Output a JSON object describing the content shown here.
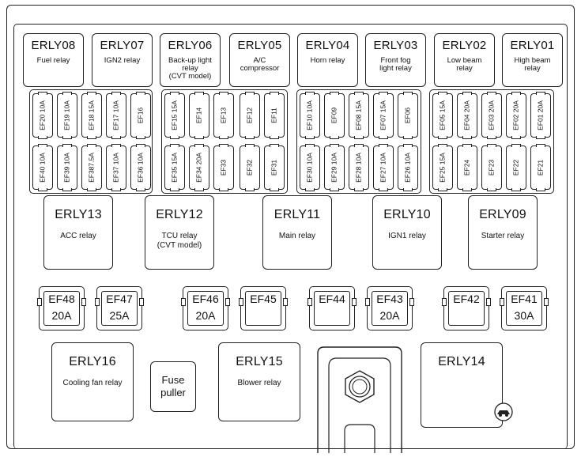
{
  "relays_top": [
    {
      "code": "ERLY08",
      "desc": [
        "Fuel relay"
      ]
    },
    {
      "code": "ERLY07",
      "desc": [
        "IGN2 relay"
      ]
    },
    {
      "code": "ERLY06",
      "desc": [
        "Back-up light",
        "relay",
        "(CVT model)"
      ]
    },
    {
      "code": "ERLY05",
      "desc": [
        "A/C",
        "compressor"
      ]
    },
    {
      "code": "ERLY04",
      "desc": [
        "Horn relay"
      ]
    },
    {
      "code": "ERLY03",
      "desc": [
        "Front fog",
        "light relay"
      ]
    },
    {
      "code": "ERLY02",
      "desc": [
        "Low beam",
        "relay"
      ]
    },
    {
      "code": "ERLY01",
      "desc": [
        "High beam",
        "relay"
      ]
    }
  ],
  "fuses_row1": [
    "EF20 10A",
    "EF19 10A",
    "EF18 15A",
    "EF17 10A",
    "EF16",
    "EF15 15A",
    "EF14",
    "EF13",
    "EF12",
    "EF11",
    "EF10 10A",
    "EF09",
    "EF08 15A",
    "EF07 15A",
    "EF06",
    "EF05 15A",
    "EF04 20A",
    "EF03 20A",
    "EF02 20A",
    "EF01 20A"
  ],
  "fuses_row2": [
    "EF40 10A",
    "EF39 10A",
    "EF387.5A",
    "EF37 10A",
    "EF36 10A",
    "EF35 15A",
    "EF34 20A",
    "EF33",
    "EF32",
    "EF31",
    "EF30 10A",
    "EF29 10A",
    "EF28 10A",
    "EF27 10A",
    "EF26 10A",
    "EF25 15A",
    "EF24",
    "EF23",
    "EF22",
    "EF21"
  ],
  "relays_mid": [
    {
      "code": "ERLY13",
      "desc": [
        "ACC relay"
      ]
    },
    {
      "code": "ERLY12",
      "desc": [
        "TCU relay",
        "(CVT model)"
      ]
    },
    {
      "code": "ERLY11",
      "desc": [
        "Main relay"
      ]
    },
    {
      "code": "ERLY10",
      "desc": [
        "IGN1 relay"
      ]
    },
    {
      "code": "ERLY09",
      "desc": [
        "Starter relay"
      ]
    }
  ],
  "big_fuses": [
    {
      "name": "EF48",
      "amp": "20A"
    },
    {
      "name": "EF47",
      "amp": "25A"
    },
    {
      "name": "EF46",
      "amp": "20A"
    },
    {
      "name": "EF45",
      "amp": ""
    },
    {
      "name": "EF44",
      "amp": ""
    },
    {
      "name": "EF43",
      "amp": "20A"
    },
    {
      "name": "EF42",
      "amp": ""
    },
    {
      "name": "EF41",
      "amp": "30A"
    }
  ],
  "relays_bottom": [
    {
      "code": "ERLY16",
      "desc": [
        "Cooling fan relay"
      ]
    },
    {
      "code": "ERLY15",
      "desc": [
        "Blower relay"
      ]
    },
    {
      "code": "ERLY14",
      "desc": []
    }
  ],
  "fuse_puller": [
    "Fuse",
    "puller"
  ]
}
